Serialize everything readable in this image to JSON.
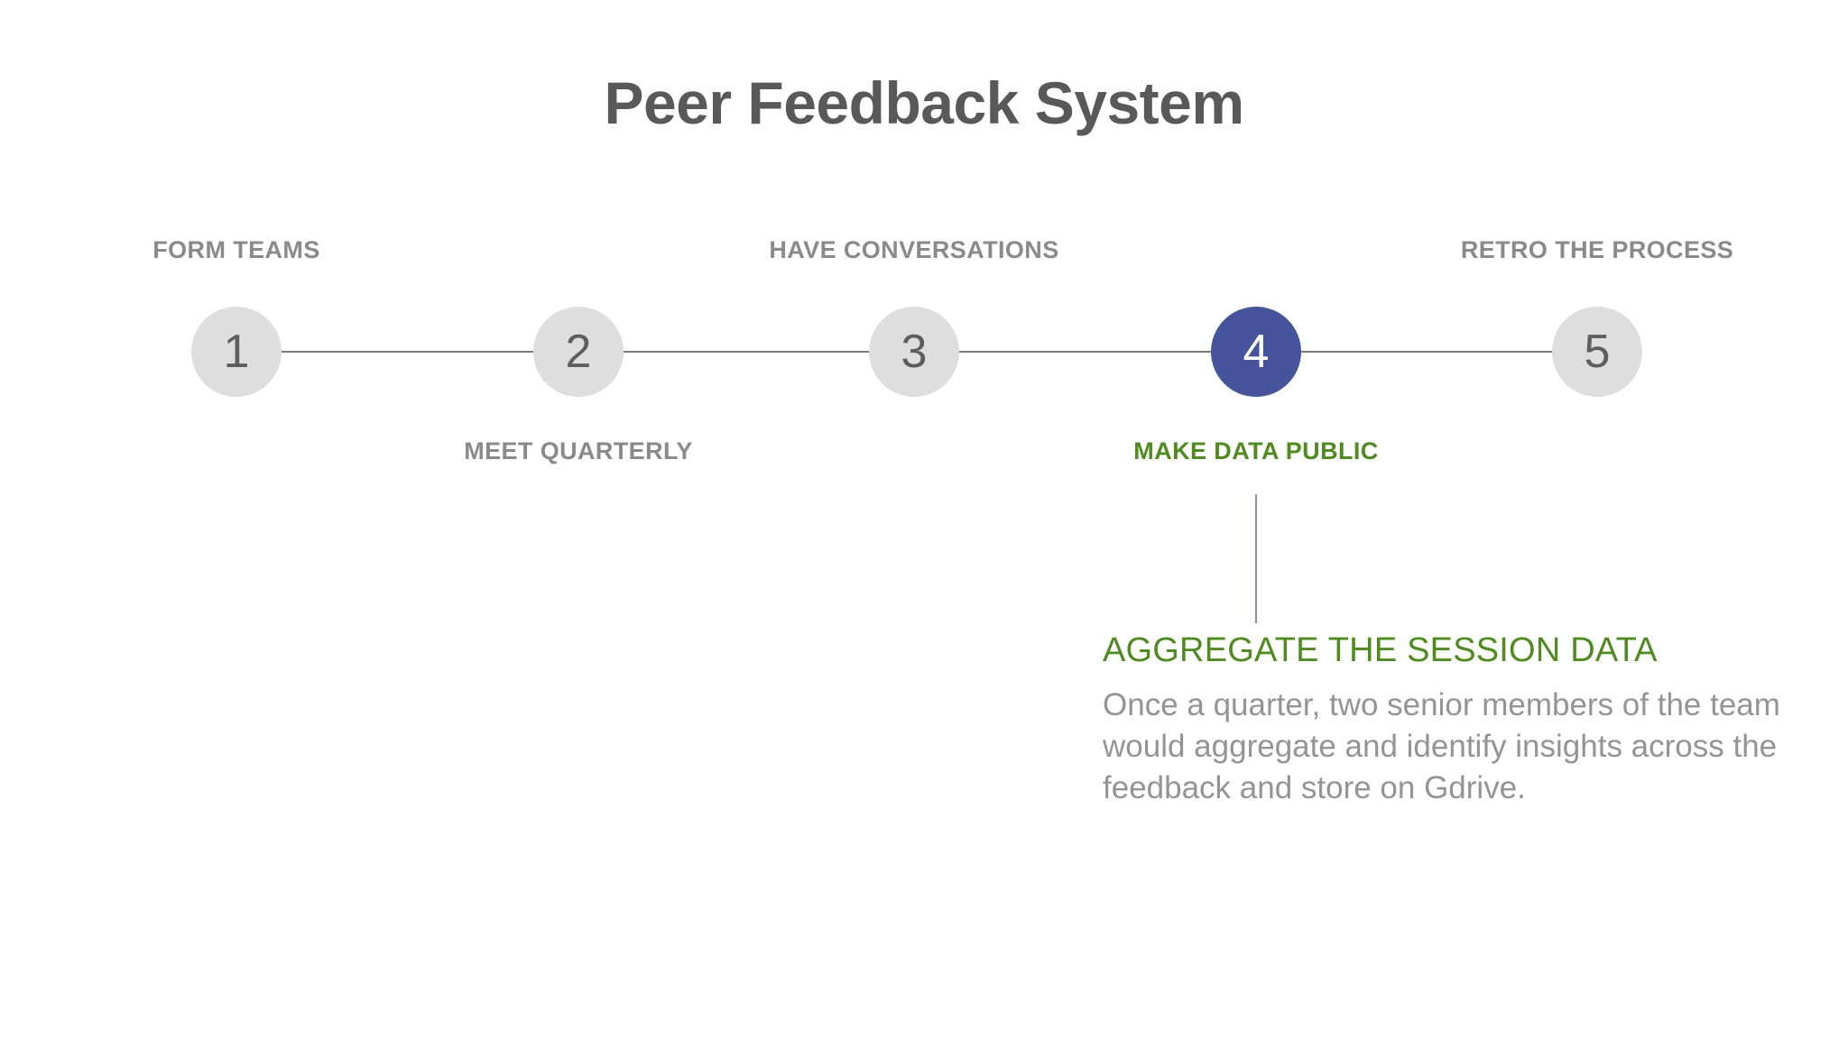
{
  "slide": {
    "title": "Peer Feedback System",
    "background_color": "#ffffff",
    "title_color": "#595959"
  },
  "theme": {
    "node_inactive_color": "#dedede",
    "node_active_color": "#45549b",
    "node_number_color": "#5e5e5e",
    "node_active_number_color": "#ffffff",
    "label_color": "#8a8a8a",
    "highlight_color": "#4f8b21",
    "rail_color": "#7a7a7a",
    "stem_color": "#8b8cb4",
    "body_text_color": "#949494"
  },
  "timeline": {
    "steps": [
      {
        "number": "1",
        "label": "FORM TEAMS",
        "label_position": "above",
        "active": false,
        "highlighted": false
      },
      {
        "number": "2",
        "label": "MEET QUARTERLY",
        "label_position": "below",
        "active": false,
        "highlighted": false
      },
      {
        "number": "3",
        "label": "HAVE CONVERSATIONS",
        "label_position": "above",
        "active": false,
        "highlighted": false
      },
      {
        "number": "4",
        "label": "MAKE DATA PUBLIC",
        "label_position": "below",
        "active": true,
        "highlighted": true
      },
      {
        "number": "5",
        "label": "RETRO THE PROCESS",
        "label_position": "above",
        "active": false,
        "highlighted": false
      }
    ]
  },
  "callout": {
    "attached_to_step": "4",
    "heading": "AGGREGATE THE SESSION DATA",
    "body": "Once a quarter, two senior members of the team would aggregate and identify insights across the feedback and store on Gdrive."
  }
}
